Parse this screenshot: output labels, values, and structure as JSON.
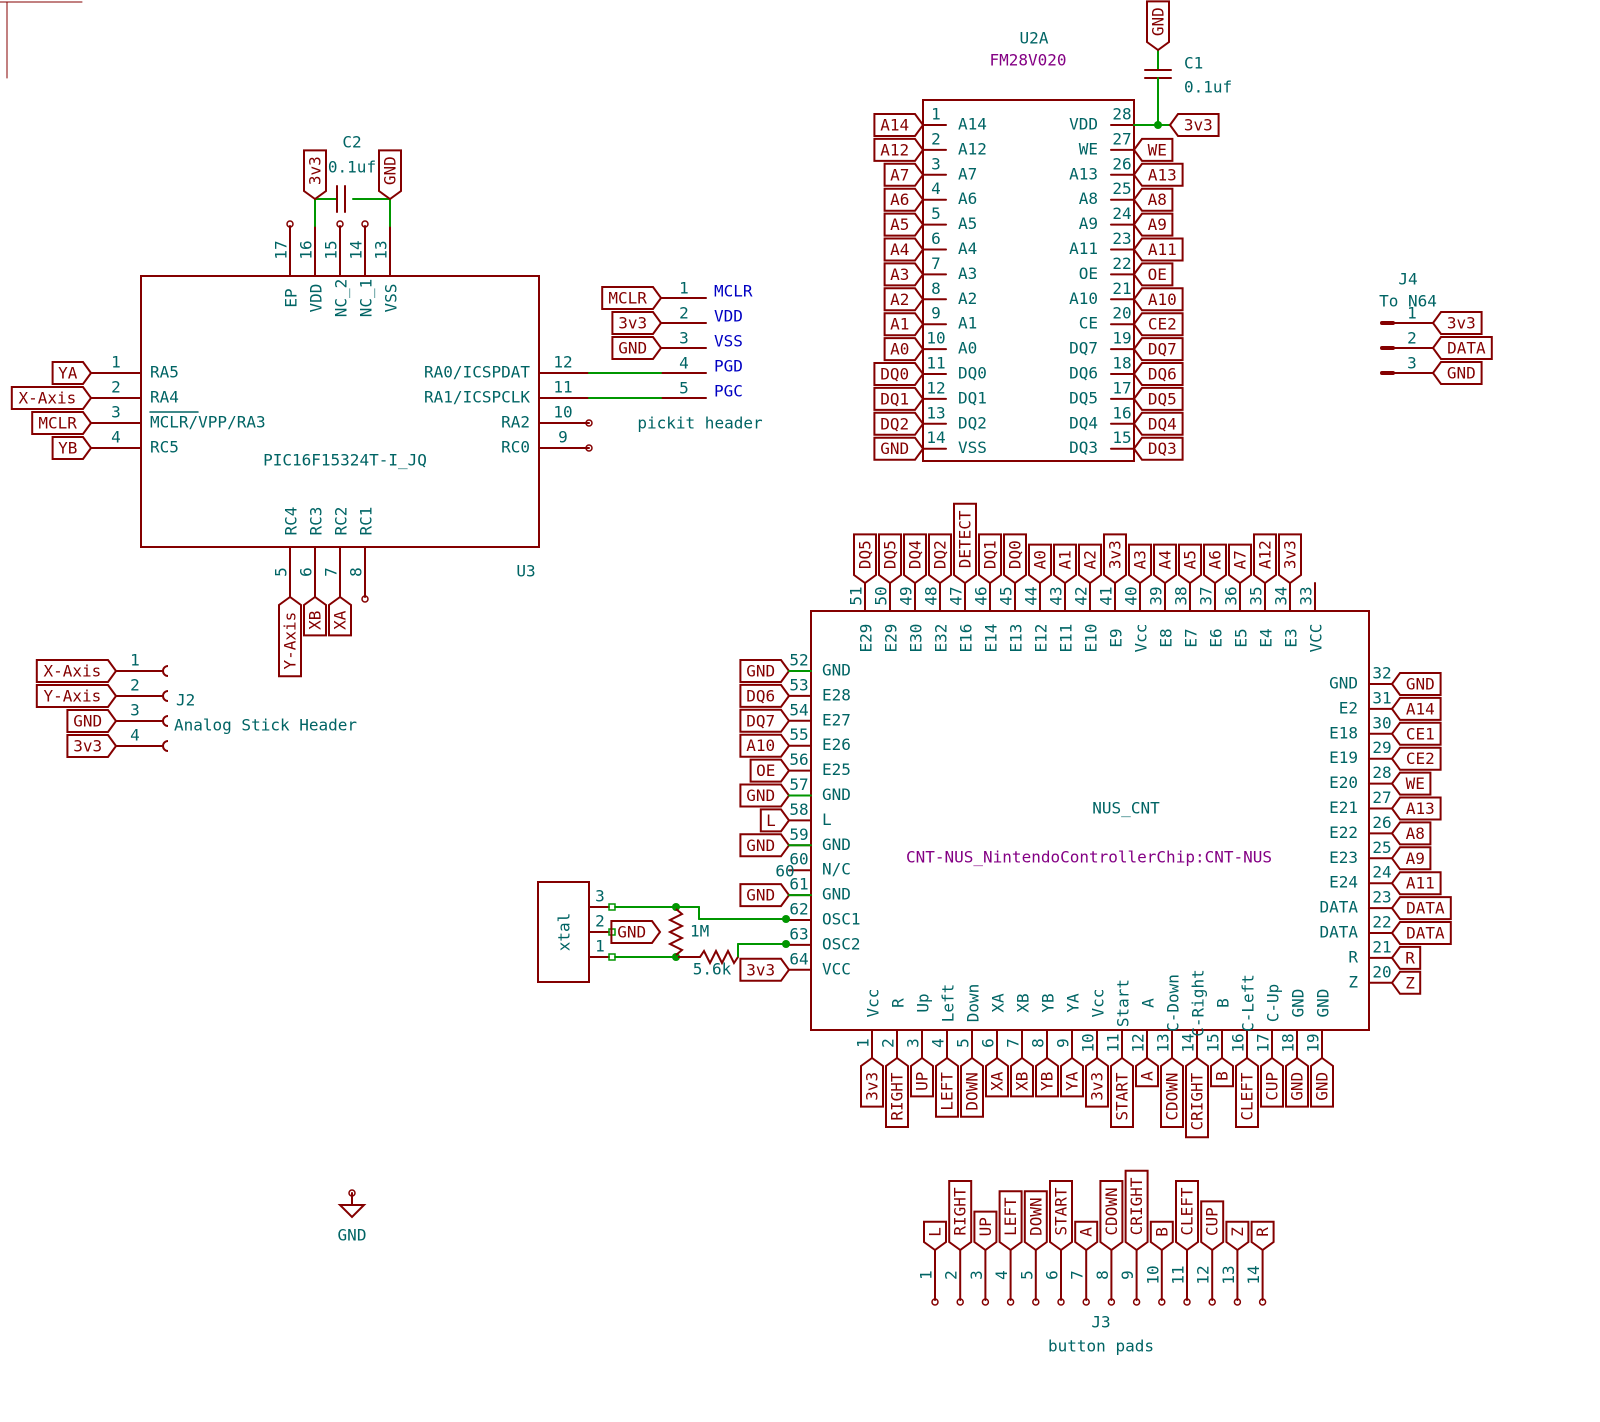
{
  "colors": {
    "body": "#840000",
    "pin": "#840000",
    "text": "#006464",
    "wire": "#009600",
    "ref": "#006464",
    "value": "#840084",
    "hier": "#0000c2"
  },
  "u3": {
    "ref": "U3",
    "value": "PIC16F15324T-I_JQ",
    "top": [
      {
        "num": "17",
        "name": "EP"
      },
      {
        "num": "16",
        "name": "VDD"
      },
      {
        "num": "15",
        "name": "NC_2"
      },
      {
        "num": "14",
        "name": "NC_1"
      },
      {
        "num": "13",
        "name": "VSS"
      }
    ],
    "left": [
      {
        "num": "1",
        "name": "RA5"
      },
      {
        "num": "2",
        "name": "RA4"
      },
      {
        "num": "3",
        "name": "MCLR/VPP/RA3"
      },
      {
        "num": "4",
        "name": "RC5"
      }
    ],
    "right": [
      {
        "num": "12",
        "name": "RA0/ICSPDAT"
      },
      {
        "num": "11",
        "name": "RA1/ICSPCLK"
      },
      {
        "num": "10",
        "name": "RA2"
      },
      {
        "num": "9",
        "name": "RC0"
      }
    ],
    "bottom": [
      {
        "num": "5",
        "name": "RC4"
      },
      {
        "num": "6",
        "name": "RC3"
      },
      {
        "num": "7",
        "name": "RC2"
      },
      {
        "num": "8",
        "name": "RC1"
      }
    ],
    "left_labels": [
      "YA",
      "X-Axis",
      "MCLR",
      "YB"
    ],
    "bottom_labels": [
      "Y-Axis",
      "XB",
      "XA"
    ],
    "top_labels": [
      "3v3",
      "GND"
    ]
  },
  "c2": {
    "ref": "C2",
    "value": "0.1uf"
  },
  "c1": {
    "ref": "C1",
    "value": "0.1uf",
    "label": "GND"
  },
  "pickit": {
    "title": "pickit header",
    "pins": [
      {
        "num": "1",
        "name": "MCLR",
        "label": "MCLR"
      },
      {
        "num": "2",
        "name": "VDD",
        "label": "3v3"
      },
      {
        "num": "3",
        "name": "VSS",
        "label": "GND"
      },
      {
        "num": "4",
        "name": "PGD"
      },
      {
        "num": "5",
        "name": "PGC"
      }
    ]
  },
  "j2": {
    "ref": "J2",
    "value": "Analog Stick Header",
    "pins": [
      {
        "num": "1",
        "label": "X-Axis"
      },
      {
        "num": "2",
        "label": "Y-Axis"
      },
      {
        "num": "3",
        "label": "GND"
      },
      {
        "num": "4",
        "label": "3v3"
      }
    ]
  },
  "u2a": {
    "ref": "U2A",
    "value": "FM28V020",
    "left": [
      {
        "num": "1",
        "name": "A14",
        "label": "A14"
      },
      {
        "num": "2",
        "name": "A12",
        "label": "A12"
      },
      {
        "num": "3",
        "name": "A7",
        "label": "A7"
      },
      {
        "num": "4",
        "name": "A6",
        "label": "A6"
      },
      {
        "num": "5",
        "name": "A5",
        "label": "A5"
      },
      {
        "num": "6",
        "name": "A4",
        "label": "A4"
      },
      {
        "num": "7",
        "name": "A3",
        "label": "A3"
      },
      {
        "num": "8",
        "name": "A2",
        "label": "A2"
      },
      {
        "num": "9",
        "name": "A1",
        "label": "A1"
      },
      {
        "num": "10",
        "name": "A0",
        "label": "A0"
      },
      {
        "num": "11",
        "name": "DQ0",
        "label": "DQ0"
      },
      {
        "num": "12",
        "name": "DQ1",
        "label": "DQ1"
      },
      {
        "num": "13",
        "name": "DQ2",
        "label": "DQ2"
      },
      {
        "num": "14",
        "name": "VSS",
        "label": "GND"
      }
    ],
    "right": [
      {
        "num": "28",
        "name": "VDD",
        "label": "3v3"
      },
      {
        "num": "27",
        "name": "WE",
        "label": "WE"
      },
      {
        "num": "26",
        "name": "A13",
        "label": "A13"
      },
      {
        "num": "25",
        "name": "A8",
        "label": "A8"
      },
      {
        "num": "24",
        "name": "A9",
        "label": "A9"
      },
      {
        "num": "23",
        "name": "A11",
        "label": "A11"
      },
      {
        "num": "22",
        "name": "OE",
        "label": "OE"
      },
      {
        "num": "21",
        "name": "A10",
        "label": "A10"
      },
      {
        "num": "20",
        "name": "CE",
        "label": "CE2"
      },
      {
        "num": "19",
        "name": "DQ7",
        "label": "DQ7"
      },
      {
        "num": "18",
        "name": "DQ6",
        "label": "DQ6"
      },
      {
        "num": "17",
        "name": "DQ5",
        "label": "DQ5"
      },
      {
        "num": "16",
        "name": "DQ4",
        "label": "DQ4"
      },
      {
        "num": "15",
        "name": "DQ3",
        "label": "DQ3"
      }
    ]
  },
  "j4": {
    "ref": "J4",
    "value": "To N64",
    "pins": [
      {
        "num": "1",
        "label": "3v3"
      },
      {
        "num": "2",
        "label": "DATA"
      },
      {
        "num": "3",
        "label": "GND"
      }
    ]
  },
  "nus": {
    "ref": "NUS_CNT",
    "value": "CNT-NUS_NintendoControllerChip:CNT-NUS",
    "top": [
      {
        "num": "51",
        "name": "E29",
        "label": "DQ5"
      },
      {
        "num": "50",
        "name": "E29",
        "label": "DQ5"
      },
      {
        "num": "49",
        "name": "E30",
        "label": "DQ4"
      },
      {
        "num": "48",
        "name": "E32",
        "label": "DQ2"
      },
      {
        "num": "47",
        "name": "E16",
        "label": "DETECT"
      },
      {
        "num": "46",
        "name": "E14",
        "label": "DQ1"
      },
      {
        "num": "45",
        "name": "E13",
        "label": "DQ0"
      },
      {
        "num": "44",
        "name": "E12",
        "label": "A0"
      },
      {
        "num": "43",
        "name": "E11",
        "label": "A1"
      },
      {
        "num": "42",
        "name": "E10",
        "label": "A2"
      },
      {
        "num": "41",
        "name": "E9",
        "label": "3v3"
      },
      {
        "num": "40",
        "name": "Vcc",
        "label": "A3"
      },
      {
        "num": "39",
        "name": "E8",
        "label": "A4"
      },
      {
        "num": "38",
        "name": "E7",
        "label": "A5"
      },
      {
        "num": "37",
        "name": "E6",
        "label": "A6"
      },
      {
        "num": "36",
        "name": "E5",
        "label": "A7"
      },
      {
        "num": "35",
        "name": "E4",
        "label": "A12"
      },
      {
        "num": "34",
        "name": "E3",
        "label": "3v3"
      },
      {
        "num": "33",
        "name": "VCC",
        "label": ""
      }
    ],
    "left": [
      {
        "num": "52",
        "name": "GND",
        "label": "GND"
      },
      {
        "num": "53",
        "name": "E28",
        "label": "DQ6"
      },
      {
        "num": "54",
        "name": "E27",
        "label": "DQ7"
      },
      {
        "num": "55",
        "name": "E26",
        "label": "A10"
      },
      {
        "num": "56",
        "name": "E25",
        "label": "OE"
      },
      {
        "num": "57",
        "name": "GND",
        "label": "GND"
      },
      {
        "num": "58",
        "name": "L",
        "label": "L"
      },
      {
        "num": "59",
        "name": "GND",
        "label": "GND"
      },
      {
        "num": "60",
        "name": "N/C",
        "label": ""
      },
      {
        "num": "61",
        "name": "GND",
        "label": "GND"
      },
      {
        "num": "62",
        "name": "OSC1",
        "label": ""
      },
      {
        "num": "63",
        "name": "OSC2",
        "label": ""
      },
      {
        "num": "64",
        "name": "VCC",
        "label": "3v3"
      }
    ],
    "right": [
      {
        "num": "32",
        "name": "GND",
        "label": "GND"
      },
      {
        "num": "31",
        "name": "E2",
        "label": "A14"
      },
      {
        "num": "30",
        "name": "E18",
        "label": "CE1"
      },
      {
        "num": "29",
        "name": "E19",
        "label": "CE2"
      },
      {
        "num": "28",
        "name": "E20",
        "label": "WE"
      },
      {
        "num": "27",
        "name": "E21",
        "label": "A13"
      },
      {
        "num": "26",
        "name": "E22",
        "label": "A8"
      },
      {
        "num": "25",
        "name": "E23",
        "label": "A9"
      },
      {
        "num": "24",
        "name": "E24",
        "label": "A11"
      },
      {
        "num": "23",
        "name": "DATA",
        "label": "DATA"
      },
      {
        "num": "22",
        "name": "DATA",
        "label": "DATA"
      },
      {
        "num": "21",
        "name": "R",
        "label": "R"
      },
      {
        "num": "20",
        "name": "Z",
        "label": "Z"
      }
    ],
    "bottom": [
      {
        "num": "1",
        "name": "Vcc",
        "label": "3v3"
      },
      {
        "num": "2",
        "name": "R",
        "label": "RIGHT"
      },
      {
        "num": "3",
        "name": "Up",
        "label": "UP"
      },
      {
        "num": "4",
        "name": "Left",
        "label": "LEFT"
      },
      {
        "num": "5",
        "name": "Down",
        "label": "DOWN"
      },
      {
        "num": "6",
        "name": "XA",
        "label": "XA"
      },
      {
        "num": "7",
        "name": "XB",
        "label": "XB"
      },
      {
        "num": "8",
        "name": "YB",
        "label": "YB"
      },
      {
        "num": "9",
        "name": "YA",
        "label": "YA"
      },
      {
        "num": "10",
        "name": "Vcc",
        "label": "3v3"
      },
      {
        "num": "11",
        "name": "Start",
        "label": "START"
      },
      {
        "num": "12",
        "name": "A",
        "label": "A"
      },
      {
        "num": "13",
        "name": "C-Down",
        "label": "CDOWN"
      },
      {
        "num": "14",
        "name": "C-Right",
        "label": "CRIGHT"
      },
      {
        "num": "15",
        "name": "B",
        "label": "B"
      },
      {
        "num": "16",
        "name": "C-Left",
        "label": "CLEFT"
      },
      {
        "num": "17",
        "name": "C-Up",
        "label": "CUP"
      },
      {
        "num": "18",
        "name": "GND",
        "label": "GND"
      },
      {
        "num": "19",
        "name": "GND",
        "label": "GND"
      }
    ]
  },
  "xtal": {
    "ref": "xtal",
    "pins": [
      "3",
      "2",
      "1"
    ],
    "label": "GND",
    "r1": "1M",
    "r2": "5.6k"
  },
  "j3": {
    "ref": "J3",
    "value": "button pads",
    "pins": [
      {
        "num": "1",
        "label": "L"
      },
      {
        "num": "2",
        "label": "RIGHT"
      },
      {
        "num": "3",
        "label": "UP"
      },
      {
        "num": "4",
        "label": "LEFT"
      },
      {
        "num": "5",
        "label": "DOWN"
      },
      {
        "num": "6",
        "label": "START"
      },
      {
        "num": "7",
        "label": "A"
      },
      {
        "num": "8",
        "label": "CDOWN"
      },
      {
        "num": "9",
        "label": "CRIGHT"
      },
      {
        "num": "10",
        "label": "B"
      },
      {
        "num": "11",
        "label": "CLEFT"
      },
      {
        "num": "12",
        "label": "CUP"
      },
      {
        "num": "13",
        "label": "Z"
      },
      {
        "num": "14",
        "label": "R"
      }
    ]
  },
  "gnd_symbol": {
    "label": "GND"
  }
}
